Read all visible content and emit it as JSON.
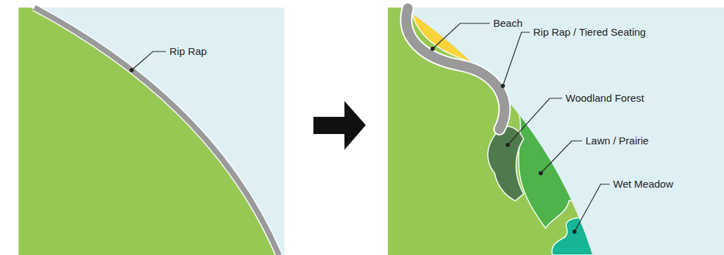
{
  "diagram": {
    "labels": [
      "Rip Rap",
      "Beach",
      "Rip Rap / Tiered Seating",
      "Woodland Forest",
      "Lawn / Prairie",
      "Wet Meadow"
    ]
  }
}
